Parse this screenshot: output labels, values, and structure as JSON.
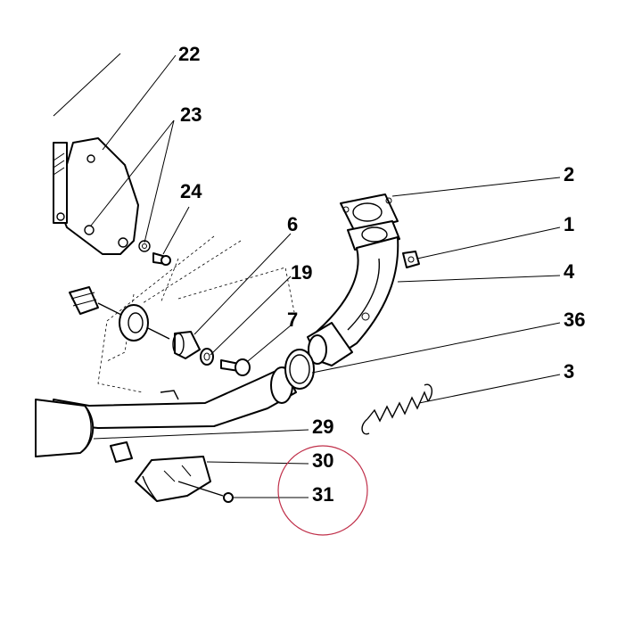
{
  "diagram": {
    "labels": [
      "22",
      "23",
      "24",
      "2",
      "1",
      "6",
      "19",
      "4",
      "7",
      "36",
      "3",
      "29",
      "30",
      "31"
    ],
    "highlight_color": "#c0304a",
    "ink_color": "#000000",
    "background_color": "#ffffff"
  }
}
